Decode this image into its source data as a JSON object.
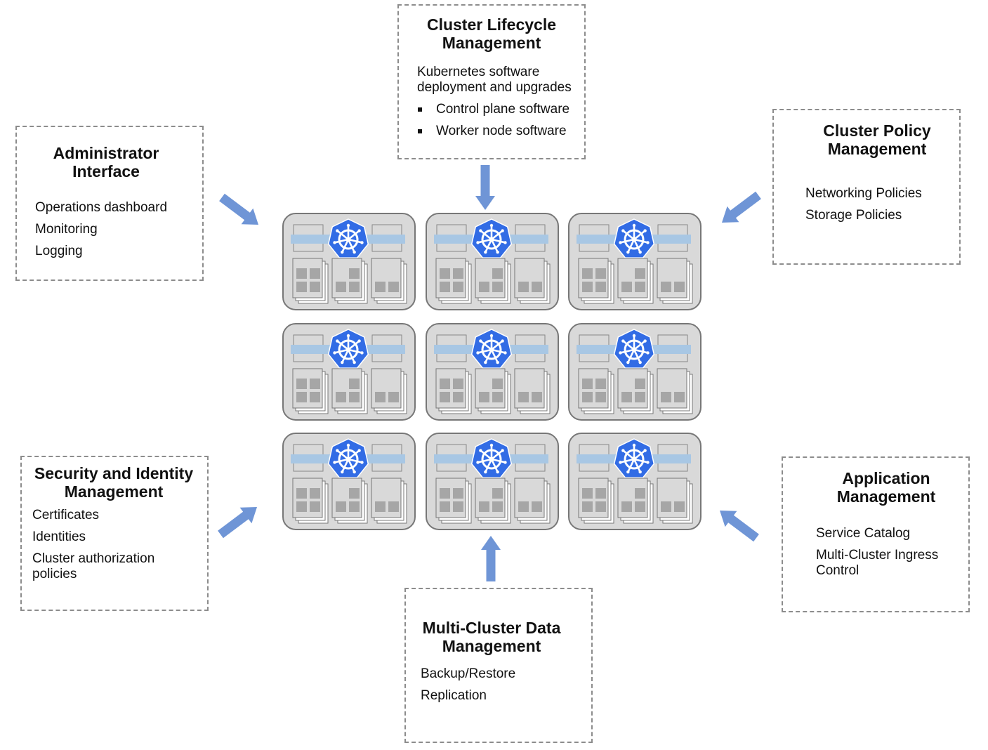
{
  "boxes": {
    "lifecycle": {
      "title_1": "Cluster Lifecycle",
      "title_2": "Management",
      "line_1": "Kubernetes software",
      "line_2": "deployment and upgrades",
      "bullets": [
        "Control plane software",
        "Worker node software"
      ]
    },
    "admin": {
      "title_1": "Administrator",
      "title_2": "Interface",
      "items": [
        "Operations dashboard",
        "Monitoring",
        "Logging"
      ]
    },
    "policy": {
      "title_1": "Cluster Policy",
      "title_2": "Management",
      "items": [
        "Networking Policies",
        "Storage Policies"
      ]
    },
    "security": {
      "title_1": "Security and Identity",
      "title_2": "Management",
      "items": [
        "Certificates",
        "Identities",
        "Cluster authorization"
      ],
      "item_3_cont": "policies"
    },
    "app": {
      "title_1": "Application",
      "title_2": "Management",
      "items": [
        "Service Catalog",
        "Multi-Cluster Ingress"
      ],
      "item_2_cont": "Control"
    },
    "data": {
      "title_1": "Multi-Cluster Data",
      "title_2": "Management",
      "items": [
        "Backup/Restore",
        "Replication"
      ]
    }
  },
  "clusters": {
    "count": 9,
    "icon": "kubernetes-helm-icon"
  },
  "colors": {
    "arrow": "#6f95d6",
    "k8s_blue": "#326ce5",
    "band": "#a8c7e4",
    "cluster_bg": "#d9d9d9",
    "cluster_border": "#777777",
    "dashed_border": "#8c8c8c",
    "block_fill": "#a6a6a6"
  }
}
